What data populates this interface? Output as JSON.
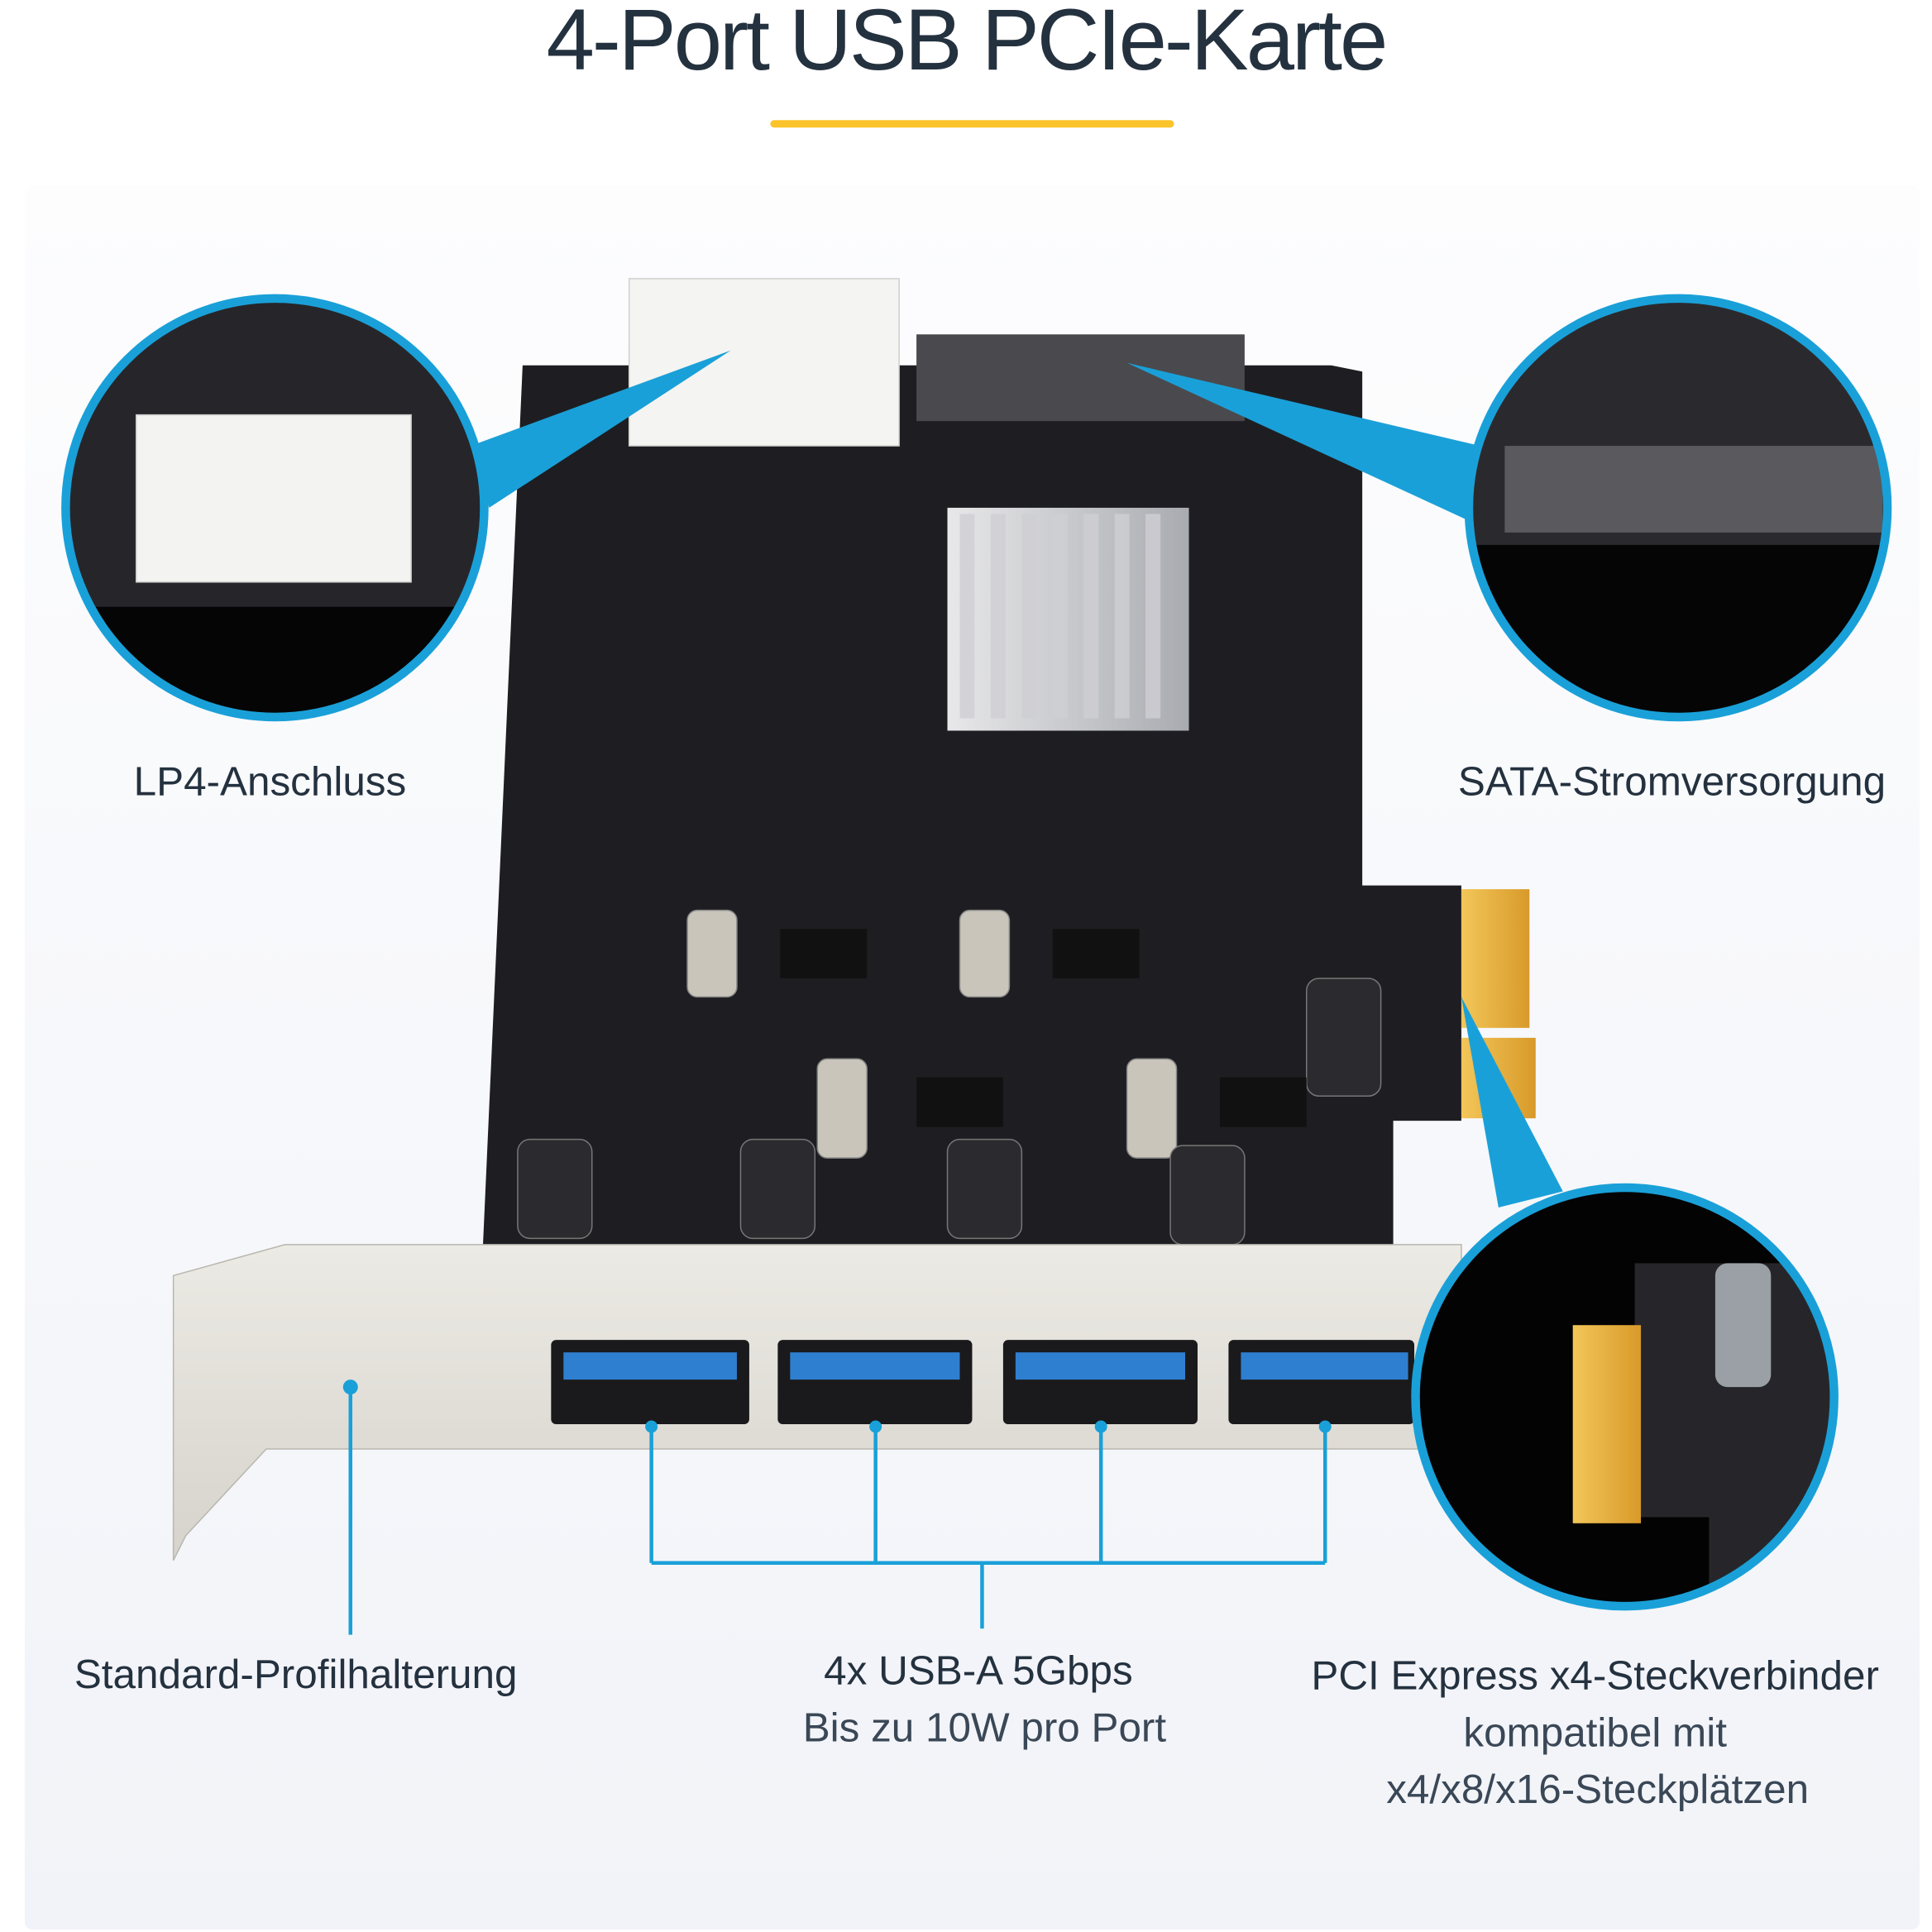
{
  "title": "4-Port USB PCIe-Karte",
  "colors": {
    "accent_bar": "#fbc42a",
    "callout_blue": "#1aa0d8",
    "text": "#24313f",
    "pcb": "#1e1e22"
  },
  "callouts": {
    "lp4": {
      "label": "LP4-Anschluss"
    },
    "sata": {
      "label": "SATA-Stromversorgung"
    },
    "bracket": {
      "label": "Standard-Profilhalterung"
    },
    "usb": {
      "label": "4x USB-A 5Gbps",
      "sub": "Bis zu 10W pro Port"
    },
    "pcie": {
      "label": "PCI Express x4-Steckverbinder",
      "sub1": "kompatibel mit",
      "sub2": "x4/x8/x16-Steckplätzen"
    }
  },
  "ports": [
    "usb-a-port",
    "usb-a-port",
    "usb-a-port",
    "usb-a-port"
  ]
}
